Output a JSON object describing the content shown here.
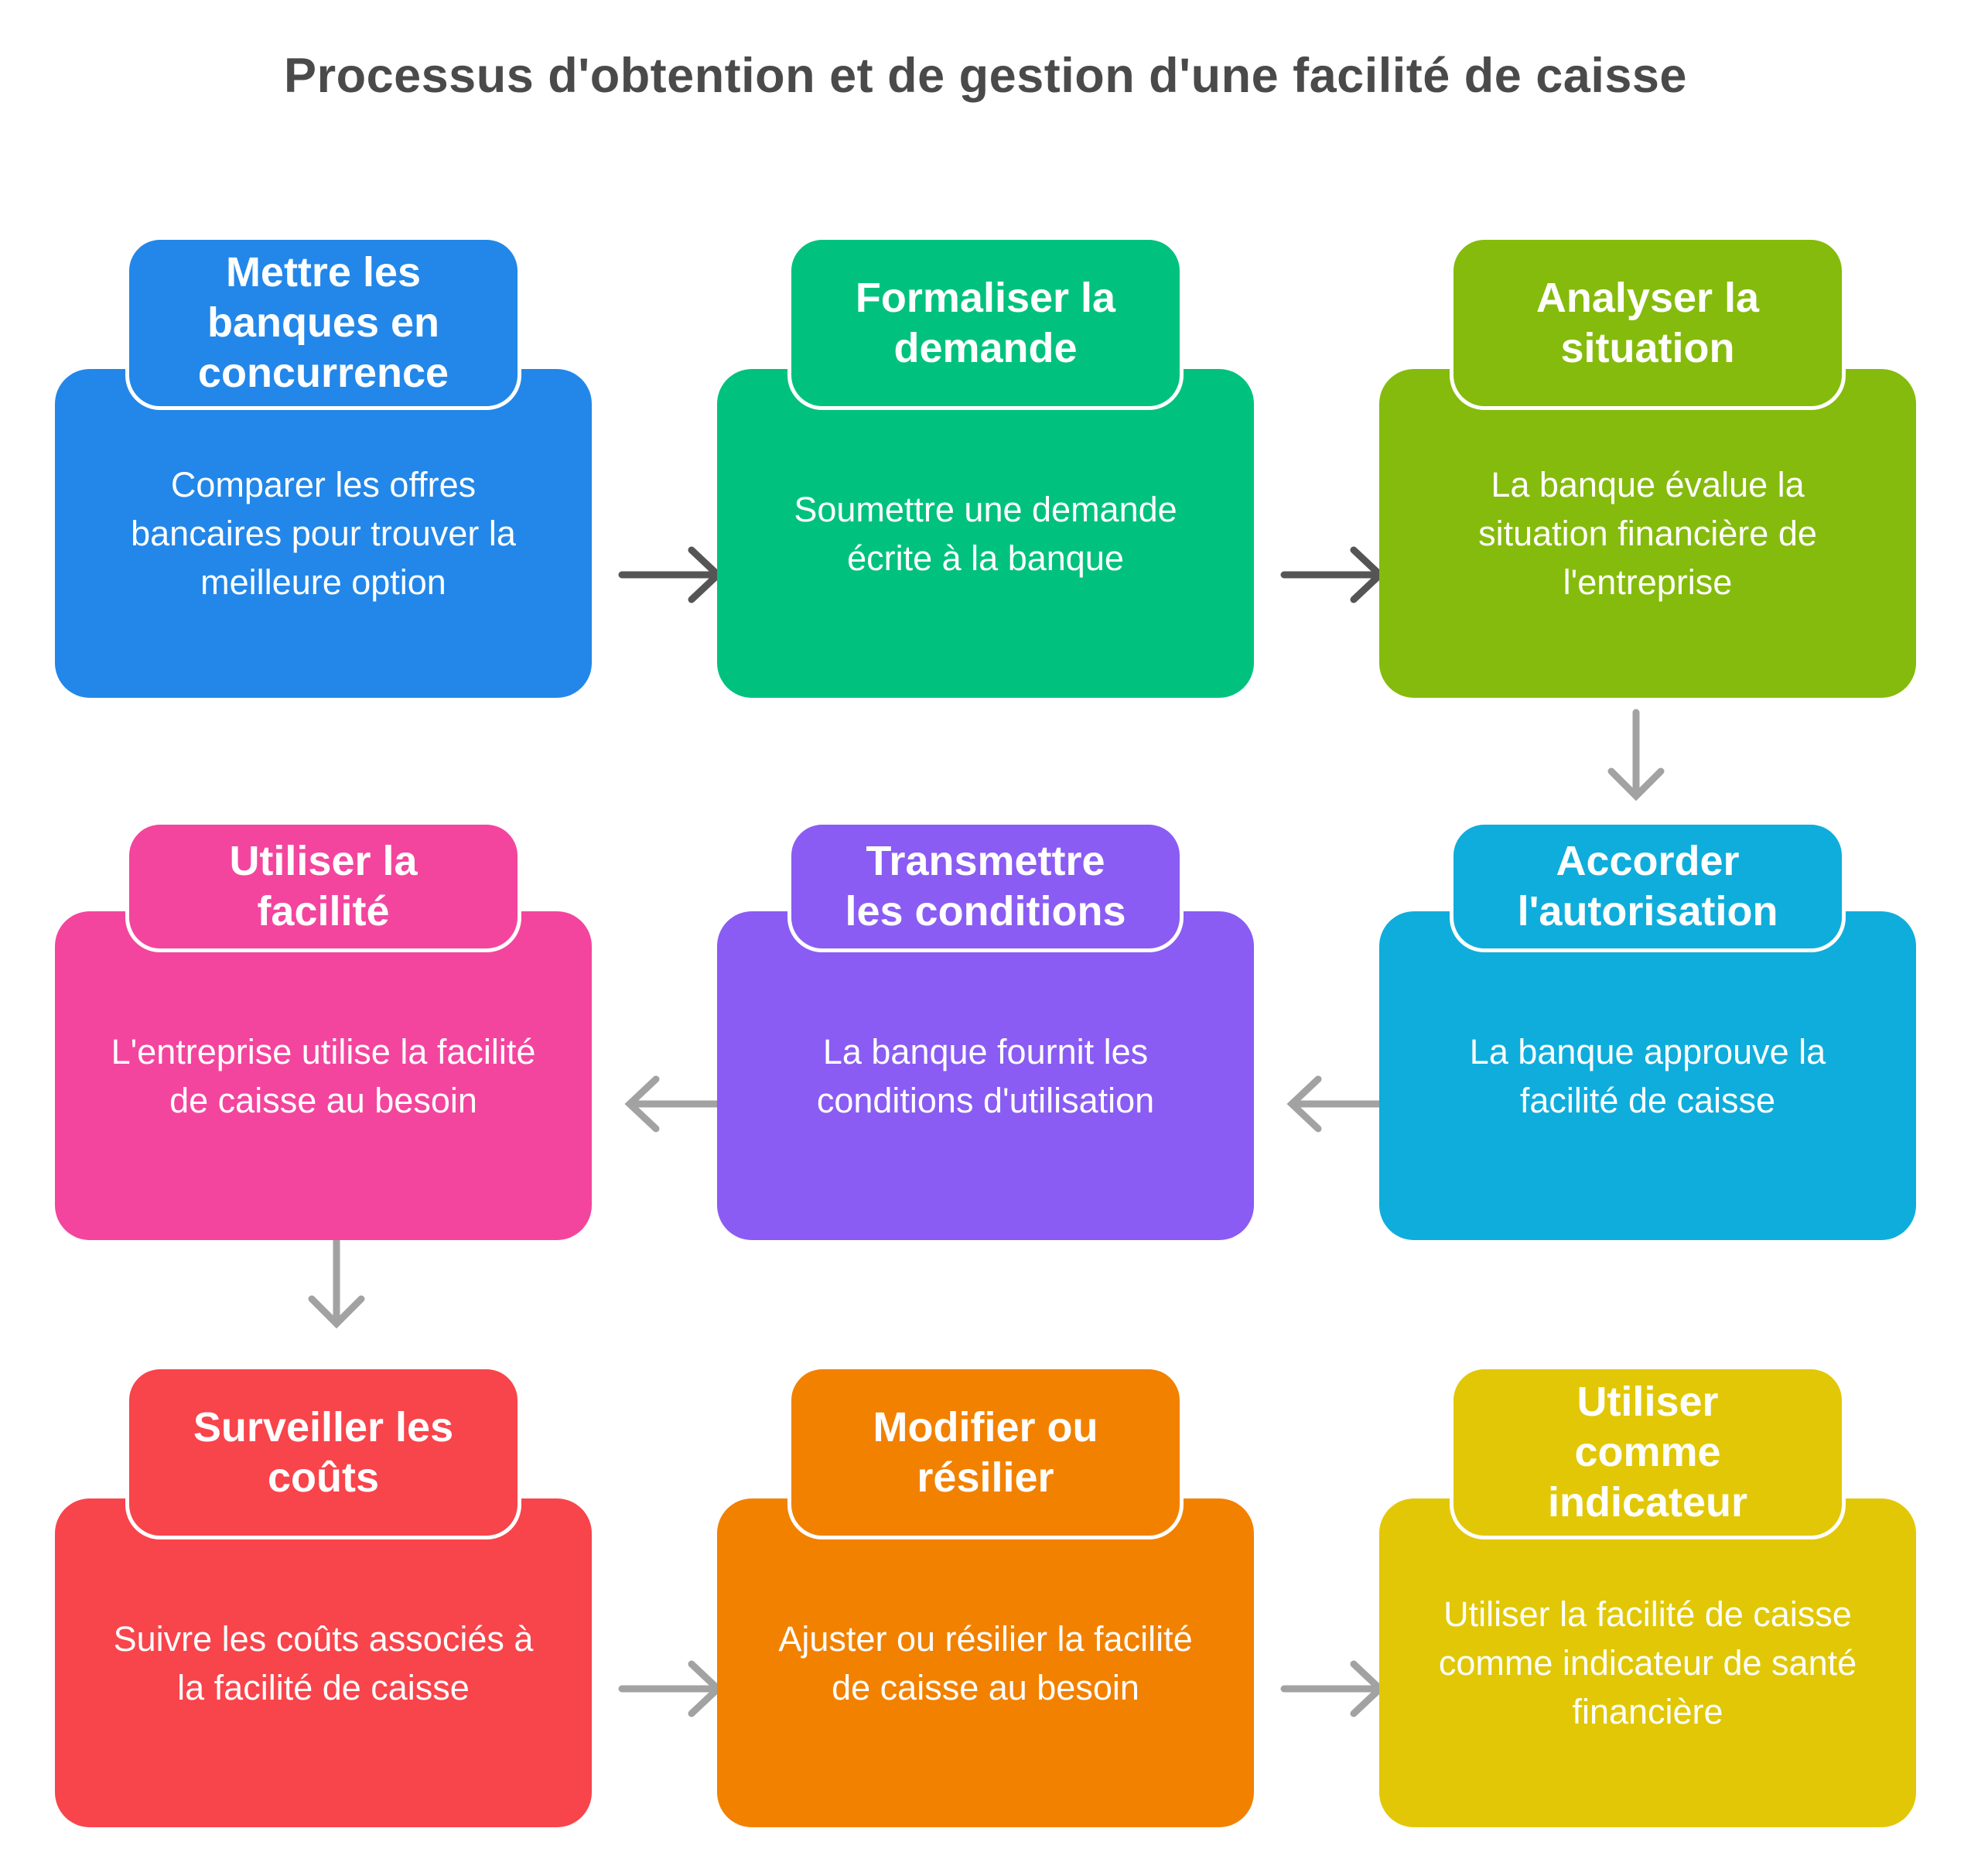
{
  "title": "Processus d'obtention et de gestion d'une facilité de caisse",
  "title_color": "#4a4a4a",
  "background_color": "#ffffff",
  "steps": [
    {
      "title": "Mettre les\nbanques en\nconcurrence",
      "description": "Comparer les offres bancaires pour trouver la meilleure option",
      "color": "#2287e9"
    },
    {
      "title": "Formaliser la\ndemande",
      "description": "Soumettre une demande écrite à la banque",
      "color": "#00c27e"
    },
    {
      "title": "Analyser la\nsituation",
      "description": "La banque évalue la situation financière de l'entreprise",
      "color": "#85bb0c"
    },
    {
      "title": "Accorder\nl'autorisation",
      "description": "La banque approuve la facilité de caisse",
      "color": "#0faddb"
    },
    {
      "title": "Transmettre\nles conditions",
      "description": "La banque fournit les conditions d'utilisation",
      "color": "#8a5cf3"
    },
    {
      "title": "Utiliser la\nfacilité",
      "description": "L'entreprise utilise la facilité de caisse au besoin",
      "color": "#f3459e"
    },
    {
      "title": "Surveiller les\ncoûts",
      "description": "Suivre les coûts associés à la facilité de caisse",
      "color": "#f8444b"
    },
    {
      "title": "Modifier ou\nrésilier",
      "description": "Ajuster ou résilier la facilité de caisse au besoin",
      "color": "#f28100"
    },
    {
      "title": "Utiliser\ncomme\nindicateur",
      "description": "Utiliser la facilité de caisse comme indicateur de santé financière",
      "color": "#e1c706"
    }
  ],
  "arrows": [
    {
      "from": 1,
      "to": 2,
      "dir": "right",
      "color": "#555555"
    },
    {
      "from": 2,
      "to": 3,
      "dir": "right",
      "color": "#555555"
    },
    {
      "from": 3,
      "to": 4,
      "dir": "down",
      "color": "#a2a2a2"
    },
    {
      "from": 4,
      "to": 5,
      "dir": "left",
      "color": "#a2a2a2"
    },
    {
      "from": 5,
      "to": 6,
      "dir": "left",
      "color": "#a2a2a2"
    },
    {
      "from": 6,
      "to": 7,
      "dir": "down",
      "color": "#a2a2a2"
    },
    {
      "from": 7,
      "to": 8,
      "dir": "right",
      "color": "#a2a2a2"
    },
    {
      "from": 8,
      "to": 9,
      "dir": "right",
      "color": "#a2a2a2"
    }
  ]
}
